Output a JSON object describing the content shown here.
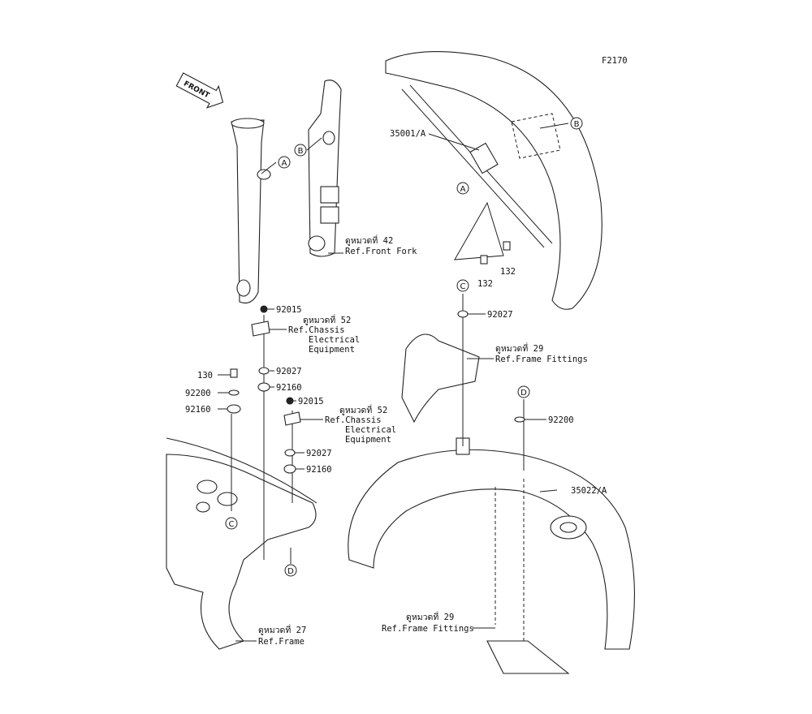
{
  "diagram_code": "F2170",
  "front_arrow": "FRONT",
  "callouts": {
    "A": "A",
    "B": "B",
    "C": "C",
    "D": "D"
  },
  "parts": {
    "p35001": "35001/A",
    "p35022": "35022/A",
    "p132a": "132",
    "p132b": "132",
    "p92027_top": "92027",
    "p92200_right": "92200",
    "p92015_a": "92015",
    "p92027_a": "92027",
    "p92160_a": "92160",
    "p130": "130",
    "p92200_left": "92200",
    "p92160_left": "92160",
    "p92015_b": "92015",
    "p92027_b": "92027",
    "p92160_b": "92160"
  },
  "refs": {
    "front_fork": {
      "thai": "ดูหมวดที่ 42",
      "ref": "Ref.Front Fork"
    },
    "chassis_a": {
      "thai": "ดูหมวดที่ 52",
      "line1": "Ref.Chassis",
      "line2": "Electrical",
      "line3": "Equipment"
    },
    "chassis_b": {
      "thai": "ดูหมวดที่ 52",
      "line1": "Ref.Chassis",
      "line2": "Electrical",
      "line3": "Equipment"
    },
    "frame_fittings_a": {
      "thai": "ดูหมวดที่ 29",
      "ref": "Ref.Frame Fittings"
    },
    "frame_fittings_b": {
      "thai": "ดูหมวดที่ 29",
      "ref": "Ref.Frame Fittings"
    },
    "frame": {
      "thai": "ดูหมวดที่ 27",
      "ref": "Ref.Frame"
    }
  }
}
